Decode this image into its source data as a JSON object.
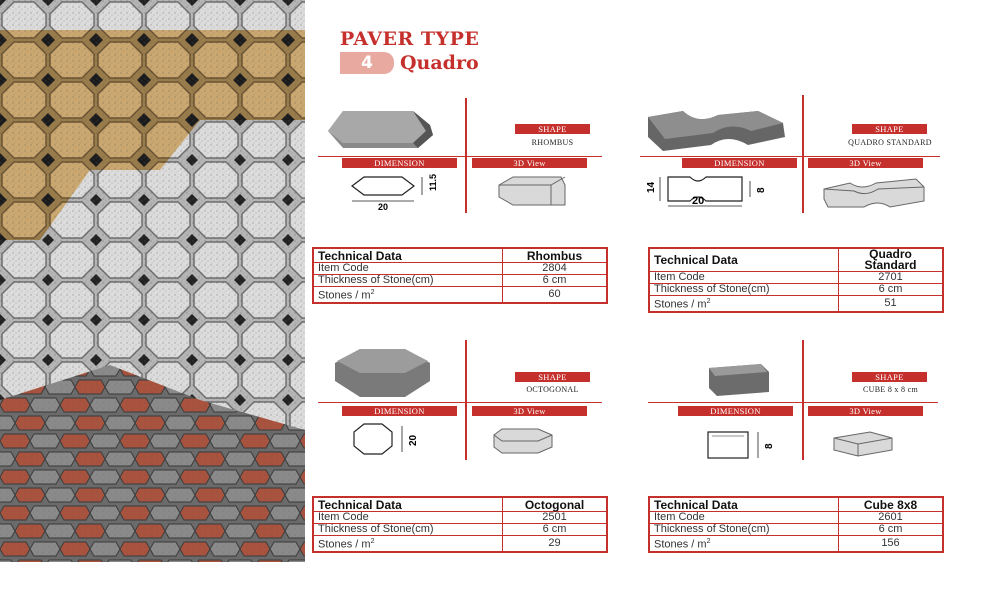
{
  "heading": {
    "title": "PAVER TYPE",
    "number": "4",
    "subtitle": "Quadro"
  },
  "labels": {
    "shape": "SHAPE",
    "dimension": "DIMENSION",
    "view3d": "3D View"
  },
  "pavers": [
    {
      "shape_name": "RHOMBUS",
      "dims": [
        "20",
        "11.5"
      ],
      "table": {
        "header": "Technical Data",
        "col": "Rhombus",
        "rows": [
          {
            "k": "Item Code",
            "v": "2804"
          },
          {
            "k": "Thickness of Stone(cm)",
            "v": "6 cm"
          },
          {
            "k": "Stones / m",
            "sup": "2",
            "v": "60"
          }
        ]
      }
    },
    {
      "shape_name": "QUADRO STANDARD",
      "dims": [
        "20",
        "14",
        "8"
      ],
      "table": {
        "header": "Technical Data",
        "col": "Quadro Standard",
        "rows": [
          {
            "k": "Item Code",
            "v": "2701"
          },
          {
            "k": "Thickness of Stone(cm)",
            "v": "6 cm"
          },
          {
            "k": "Stones / m",
            "sup": "2",
            "v": "51"
          }
        ]
      }
    },
    {
      "shape_name": "OCTOGONAL",
      "dims": [
        "20"
      ],
      "table": {
        "header": "Technical Data",
        "col": "Octogonal",
        "rows": [
          {
            "k": "Item Code",
            "v": "2501"
          },
          {
            "k": "Thickness of Stone(cm)",
            "v": "6 cm"
          },
          {
            "k": "Stones / m",
            "sup": "2",
            "v": "29"
          }
        ]
      }
    },
    {
      "shape_name": "CUBE 8 x 8 cm",
      "dims": [
        "8"
      ],
      "table": {
        "header": "Technical Data",
        "col": "Cube 8x8",
        "rows": [
          {
            "k": "Item Code",
            "v": "2601"
          },
          {
            "k": "Thickness of Stone(cm)",
            "v": "6 cm"
          },
          {
            "k": "Stones / m",
            "sup": "2",
            "v": "156"
          }
        ]
      }
    }
  ],
  "colors": {
    "accent": "#c6302c",
    "label_bg": "#e8a9a0",
    "stone": "#808080",
    "tan": "#c9a46a",
    "brick": "#a9533f"
  }
}
